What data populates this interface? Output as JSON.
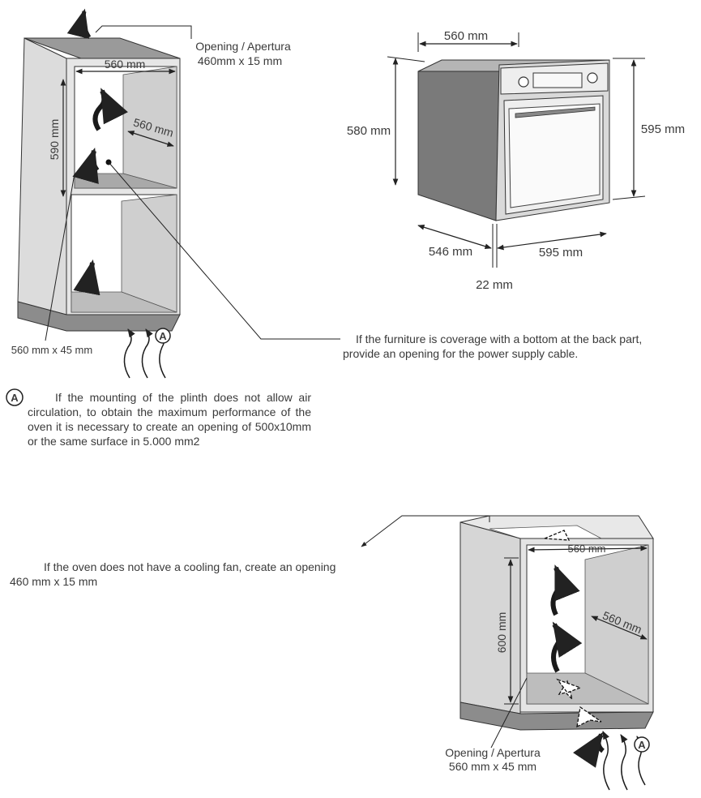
{
  "tall_cabinet": {
    "top_opening_title": "Opening / Apertura",
    "top_opening_size": "460mm x 15 mm",
    "width_label": "560 mm",
    "depth_label": "560 mm",
    "height_label": "590 mm",
    "bottom_opening_label": "560 mm x 45 mm",
    "marker_a": "A"
  },
  "oven": {
    "width_label": "560 mm",
    "height_left_label": "580 mm",
    "height_right_label": "595 mm",
    "depth_label": "546 mm",
    "front_width_label": "595 mm",
    "door_thickness_label": "22 mm"
  },
  "notes": {
    "marker_a": "A",
    "plinth_note": "If the mounting of the plinth does not allow air circulation, to obtain the maximum performance of the oven it is necessary to create an opening of 500x10mm or the same surface in 5.000 mm2",
    "cable_note_line1": "If the furniture is coverage with a bottom at the back part,",
    "cable_note_line2": "provide an opening for the power supply cable.",
    "fan_note_line1": "If the oven does not have a cooling fan, create an opening",
    "fan_note_line2": "460 mm x 15 mm"
  },
  "base_cabinet": {
    "width_label": "560 mm",
    "depth_label": "560 mm",
    "height_label": "600 mm",
    "opening_title": "Opening / Apertura",
    "opening_size": "560 mm x 45 mm",
    "marker_a": "A"
  }
}
